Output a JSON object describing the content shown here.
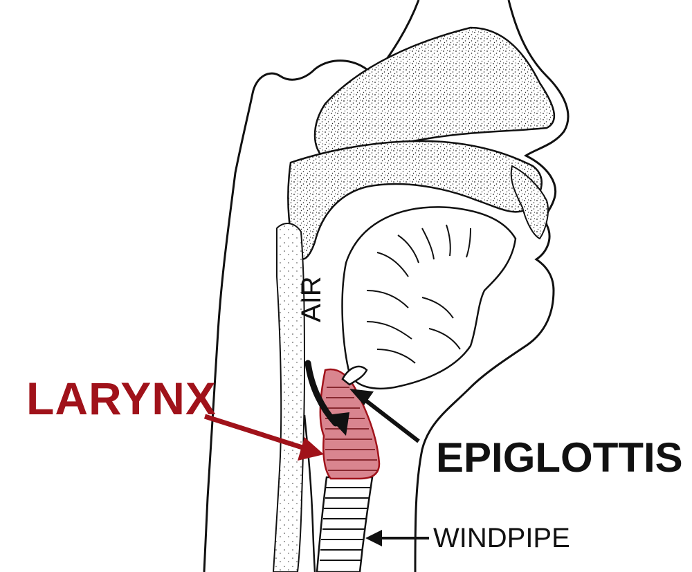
{
  "labels": {
    "larynx": "LARYNX",
    "epiglottis": "EPIGLOTTIS",
    "windpipe": "WINDPIPE",
    "air": "AIR"
  },
  "colors": {
    "larynx": "#a0121a",
    "larynx_fill": "#d9858f",
    "ink": "#111111",
    "background": "#ffffff"
  }
}
